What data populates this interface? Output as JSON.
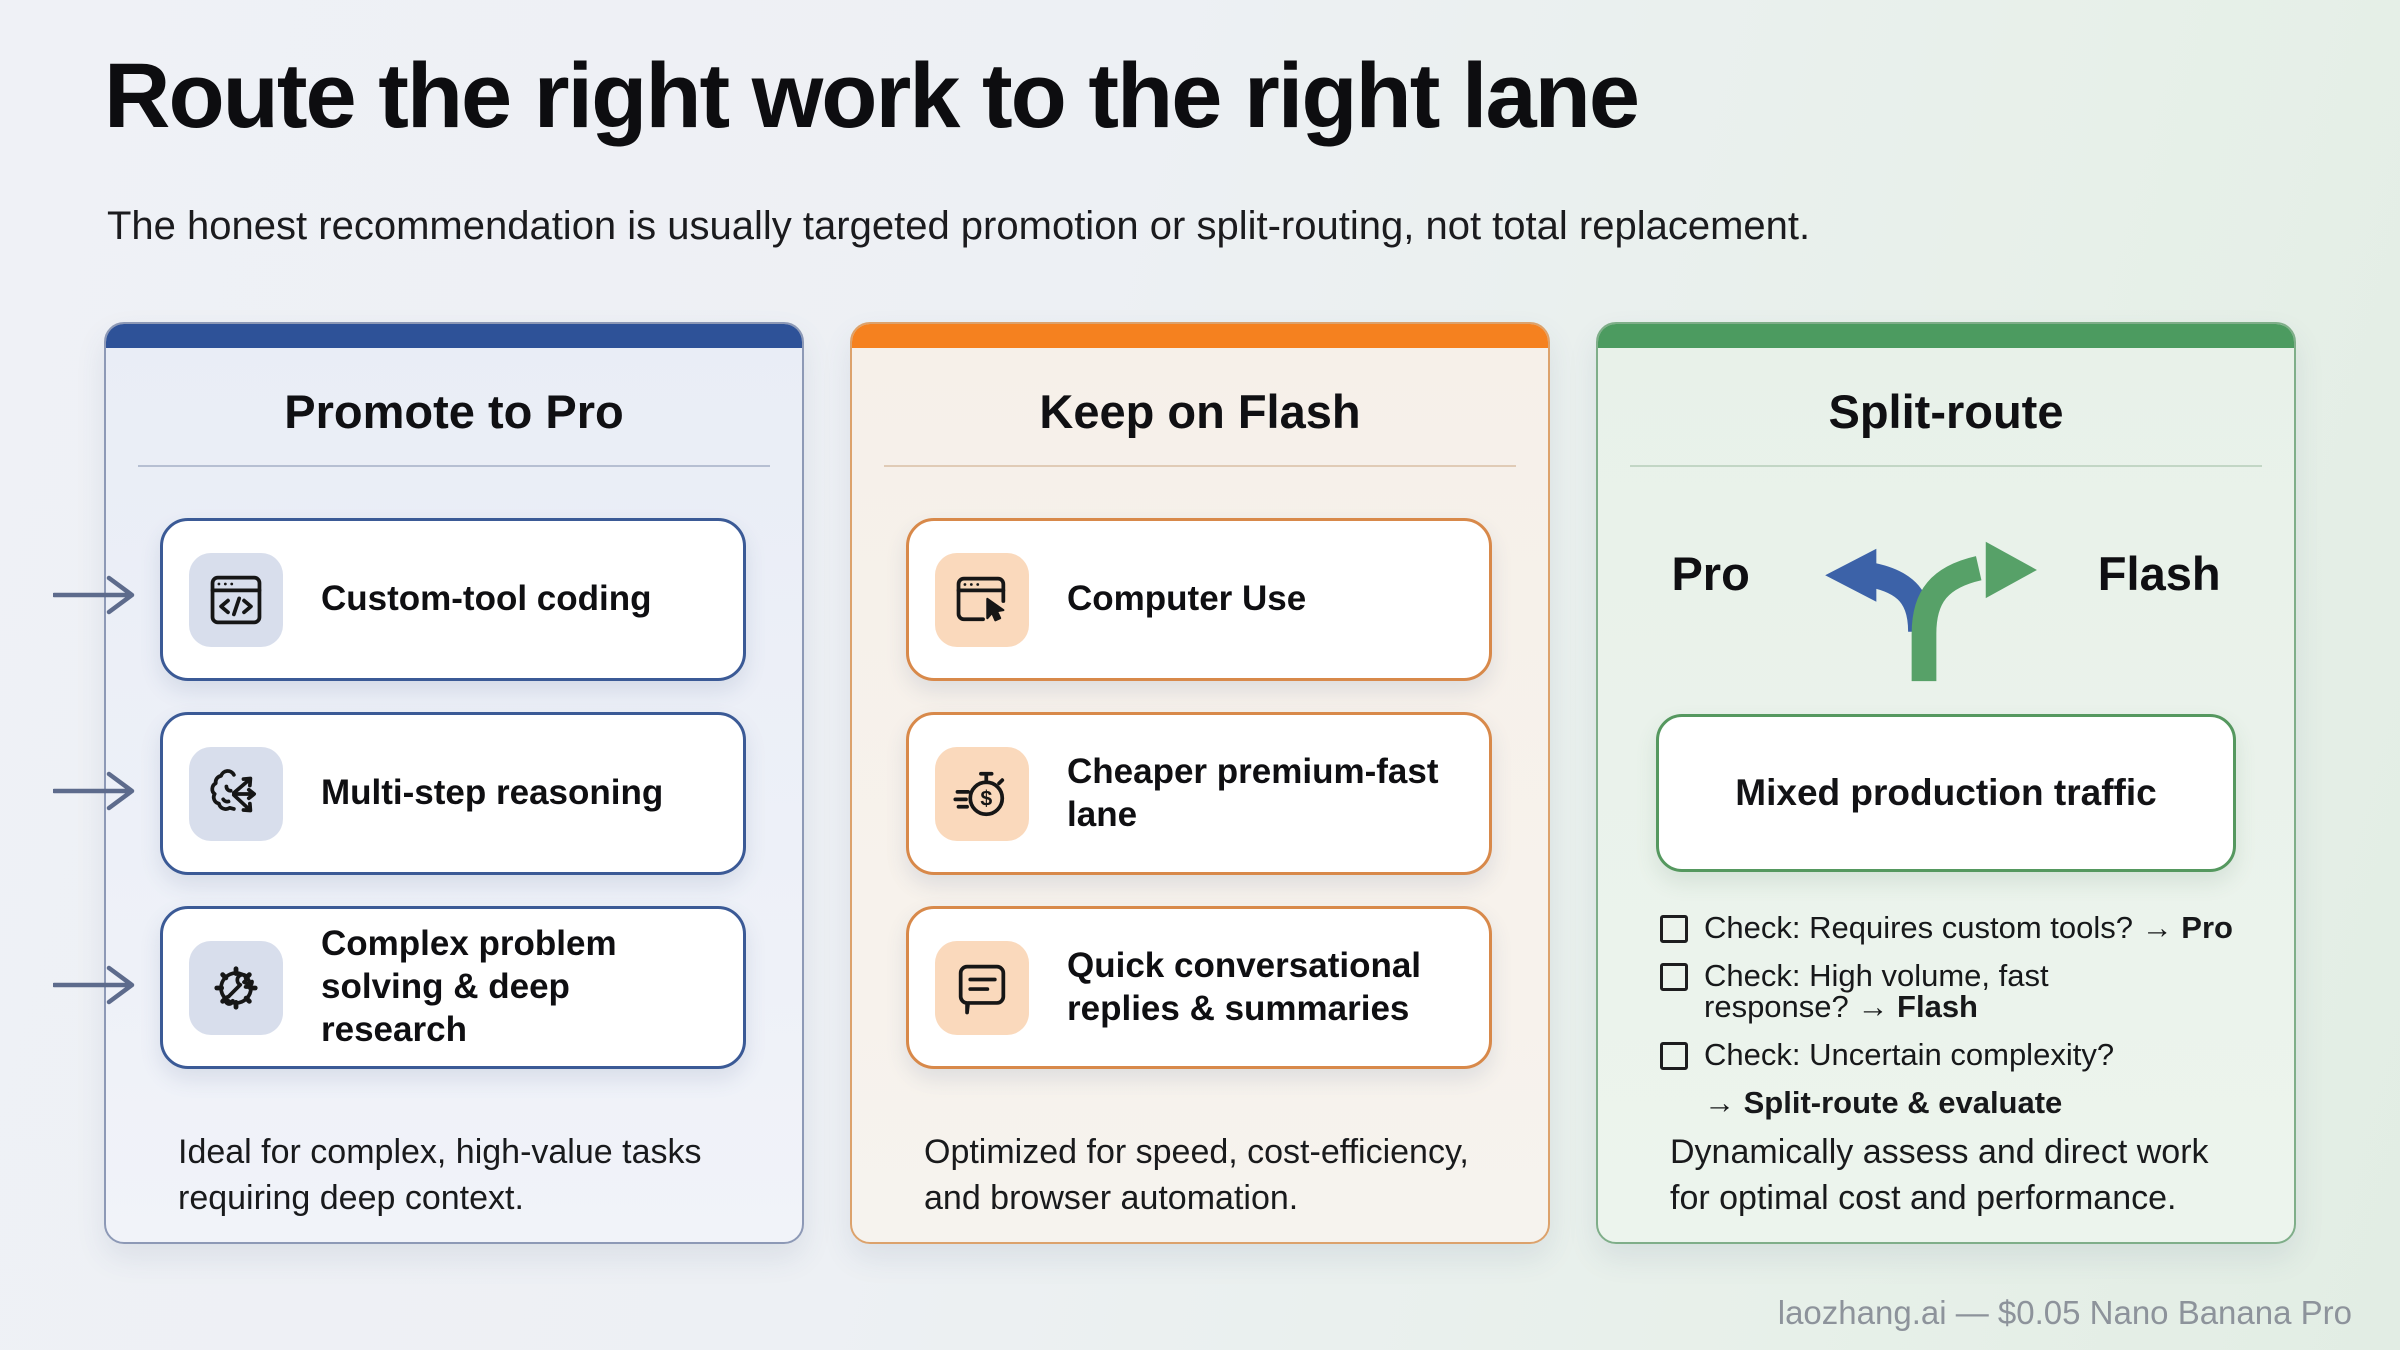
{
  "header": {
    "title": "Route the right work to the right lane",
    "subtitle": "The honest recommendation is usually targeted promotion or split-routing, not total replacement."
  },
  "columns": [
    {
      "title": "Promote to Pro",
      "accent_color": "#2e5298",
      "cards": [
        {
          "icon": "code-browser-icon",
          "label": "Custom-tool coding"
        },
        {
          "icon": "brain-branch-icon",
          "label": "Multi-step reasoning"
        },
        {
          "icon": "gear-wrench-icon",
          "label": "Complex problem solving & deep research"
        }
      ],
      "footer": "Ideal for complex, high-value tasks requiring deep context."
    },
    {
      "title": "Keep on Flash",
      "accent_color": "#f5811f",
      "cards": [
        {
          "icon": "computer-use-icon",
          "label": "Computer Use"
        },
        {
          "icon": "fast-dollar-stopwatch-icon",
          "label": "Cheaper premium-fast lane"
        },
        {
          "icon": "chat-bubble-icon",
          "label": "Quick conversational replies & summaries"
        }
      ],
      "footer": "Optimized for speed, cost-efficiency, and browser automation."
    },
    {
      "title": "Split-route",
      "accent_color": "#4c9b60",
      "fork": {
        "left_label": "Pro",
        "right_label": "Flash",
        "left_arrow_color": "#3c62a8",
        "right_arrow_color": "#57a168"
      },
      "traffic_card_label": "Mixed production traffic",
      "arrow_glyph": "→",
      "checklist": [
        {
          "text": "Check: Requires custom tools?",
          "result": "Pro"
        },
        {
          "text": "Check: High volume, fast response?",
          "result": "Flash"
        },
        {
          "text": "Check: Uncertain complexity?",
          "result": "Split-route & evaluate"
        }
      ],
      "footer": "Dynamically assess and direct work for optimal cost and performance."
    }
  ],
  "attribution": "laozhang.ai — $0.05 Nano Banana Pro"
}
